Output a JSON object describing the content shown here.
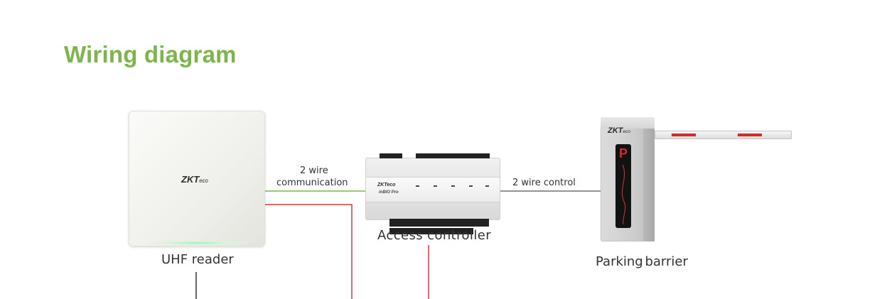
{
  "title": "Wiring diagram",
  "devices": {
    "reader": {
      "label": "UHF reader",
      "logo": "ZKTeco",
      "logo_main": "ZKT",
      "logo_small": "eco"
    },
    "controller": {
      "label": "Access controller",
      "logo": "ZKTeco",
      "model": "inBIO Pro"
    },
    "barrier": {
      "label": "Parking barrier",
      "logo": "ZKTeco",
      "logo_main": "ZKT",
      "logo_small": "eco",
      "sign": "P"
    }
  },
  "connections": {
    "reader_controller": {
      "line1": "2 wire",
      "line2": "communication"
    },
    "controller_barrier": {
      "label": "2 wire control"
    }
  },
  "colors": {
    "title": "#7ab648",
    "signal_wire": "#7ab648",
    "power_wire": "#d23c3c",
    "control_wire": "#555555"
  }
}
